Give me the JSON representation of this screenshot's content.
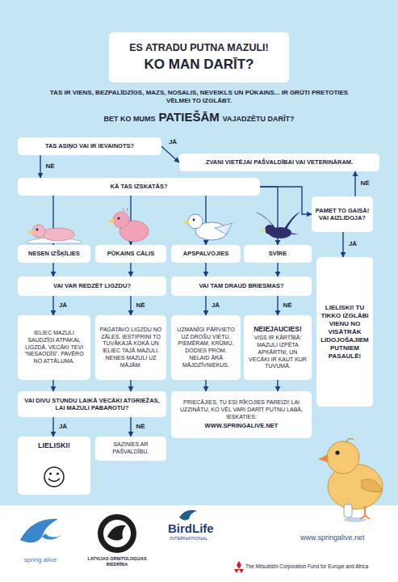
{
  "diagram": {
    "nodes": [
      {
        "text": [
          "ES ATRADU PUTNA MAZULI!",
          "KO MAN DARĪT?"
        ]
      },
      {
        "text": [
          "TAS ASIŅO VAI IR IEVAINOTS?"
        ]
      },
      {
        "text": [
          "ZVANI VIETĒJAI PAŠVALDĪBAI VAI VETERINĀRAM."
        ]
      },
      {
        "text": [
          "KĀ TAS IZSKATĀS?"
        ]
      },
      {
        "text": [
          "PAMET TO GAISĀ! VAI AIZLIDOJA?"
        ]
      },
      {
        "text": [
          "NESEN IZŠĶĪLIES"
        ]
      },
      {
        "text": [
          "PŪKAINS CĀLIS"
        ]
      },
      {
        "text": [
          "APSPALVOJIES"
        ]
      },
      {
        "text": [
          "SVĪRE"
        ]
      },
      {
        "text": [
          "VAI VAR REDZĒT LIGZDU?"
        ]
      },
      {
        "text": [
          "VAI TAM DRAUD BRIESMAS?"
        ]
      },
      {
        "text": [
          "LIELISKI! TU TIKKO IZGLĀBI VIENU NO VISĀTRĀK LIDOJOŠAJIEM PUTNIEM PASAULĒ!"
        ]
      },
      {
        "text": [
          "IELIEC MAZULI SAUDZĪGI ATPAKAĻ LIGZDĀ. VECĀKI TEVI \"NESAODĪS\". PAVĒRO NO ATTĀLUMA."
        ]
      },
      {
        "text": [
          "PAGATAVO LIGZDU NO ZĀLES. IESTIPRINI TO TUVĀKAJĀ KOKĀ UN IELIEC TAJĀ MAZULI. NENES MAZULI UZ MĀJĀM."
        ]
      },
      {
        "text": [
          "UZMANĪGI PĀRVIETO UZ DROŠU VIETU, PIEMĒRAM, KRŪMU. DODIES PROM. NELAID ĀRĀ MĀJDZĪVNIEKUS."
        ]
      },
      {
        "text": [
          "NEIEJAUCIES!",
          "VISS IR KĀRTĪBĀ: MAZUĻI IZPĒTA APKĀRTNI, UN VECĀKI IR KAUT KUR TUVUMĀ."
        ]
      },
      {
        "text": [
          "VAI DIVU STUNDU LAIKĀ VECĀKI ATGRIEŽAS, LAI MAZULI PABAROTU?"
        ]
      },
      {
        "text": [
          "PRIECĀJIES, TU ESI RĪKOJIES PAREIZI! LAI UZZINĀTU, KO VĒL VARI DARĪT PUTNU LABĀ, IESKATIES:",
          "WWW.SPRINGALIVE.NET"
        ]
      },
      {
        "text": [
          "LIELISKI!"
        ]
      },
      {
        "text": [
          "SAZINIES AR PAŠVALDĪBU."
        ]
      }
    ],
    "edges": [
      {
        "from": 1,
        "to": 2,
        "arrow": "to",
        "label": "JĀ"
      },
      {
        "from": 1,
        "to": 3,
        "arrow": "to",
        "label": "NĒ"
      },
      {
        "from": 3,
        "to": 5,
        "arrow": "to"
      },
      {
        "from": 3,
        "to": 6,
        "arrow": "to"
      },
      {
        "from": 3,
        "to": 7,
        "arrow": "to"
      },
      {
        "from": 3,
        "to": 8,
        "arrow": "to"
      },
      {
        "from": 3,
        "to": 4,
        "arrow": "to"
      },
      {
        "from": 4,
        "to": 2,
        "arrow": "to",
        "label": "NĒ"
      },
      {
        "from": 4,
        "to": 11,
        "arrow": "to",
        "label": "JĀ"
      },
      {
        "from": 5,
        "to": 9,
        "arrow": "to"
      },
      {
        "from": 6,
        "to": 9,
        "arrow": "to"
      },
      {
        "from": 7,
        "to": 10,
        "arrow": "to"
      },
      {
        "from": 8,
        "to": 10,
        "arrow": "to"
      },
      {
        "from": 9,
        "to": 12,
        "arrow": "to",
        "label": "JĀ"
      },
      {
        "from": 9,
        "to": 13,
        "arrow": "to",
        "label": "NĒ"
      },
      {
        "from": 10,
        "to": 14,
        "arrow": "to",
        "label": "JĀ"
      },
      {
        "from": 10,
        "to": 15,
        "arrow": "to",
        "label": "NĒ"
      },
      {
        "from": 12,
        "to": 16,
        "arrow": "to"
      },
      {
        "from": 13,
        "to": 16,
        "arrow": "to"
      },
      {
        "from": 14,
        "to": 17,
        "arrow": "to"
      },
      {
        "from": 15,
        "to": 17,
        "arrow": "to"
      },
      {
        "from": 16,
        "to": 18,
        "arrow": "to",
        "label": "JĀ"
      },
      {
        "from": 16,
        "to": 19,
        "arrow": "to",
        "label": "NĒ"
      }
    ],
    "labels": [
      "TAS IR VIENS, BEZPALĪDZĪGS, MAZS, NOSALIS, NEVEIKLS UN PŪKAINS... IR GRŪTI PRETOTIES VĒLMEI TO IZGLĀBT.",
      "BET KO MUMS",
      "PATIEŠĀM",
      "VAJADZĒTU DARĪT?",
      "spring alive",
      "LATVIJAS ORNITOLOĢIJAS BIEDRĪBA",
      "BirdLife",
      "INTERNATIONAL",
      "www.springalive.net",
      "The Mitsubishi Corporation Fund for Europe and Africa"
    ]
  }
}
